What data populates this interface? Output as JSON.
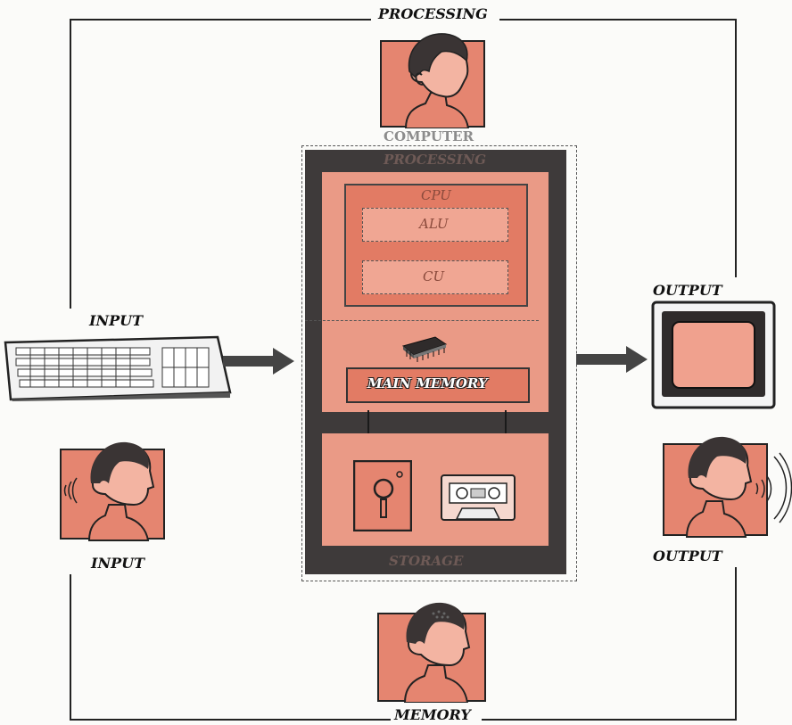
{
  "labels": {
    "processing_top": "PROCESSING",
    "computer": "COMPUTER",
    "processing_inner": "PROCESSING",
    "cpu": "CPU",
    "alu": "ALU",
    "cu": "CU",
    "main_memory": "MAIN MEMORY",
    "storage": "STORAGE",
    "input_keyboard": "INPUT",
    "input_person": "INPUT",
    "output_monitor": "OUTPUT",
    "output_person": "OUTPUT",
    "memory": "MEMORY"
  },
  "colors": {
    "salmon": "#e58570",
    "dark_frame": "#3e3a3a",
    "panel_light": "#f0a18e",
    "line": "#222222"
  },
  "icons": [
    "head-profile-icon",
    "keyboard-icon",
    "monitor-icon",
    "chip-icon",
    "floppy-disk-icon",
    "cassette-icon",
    "arrow-right-icon",
    "sound-waves-icon"
  ]
}
